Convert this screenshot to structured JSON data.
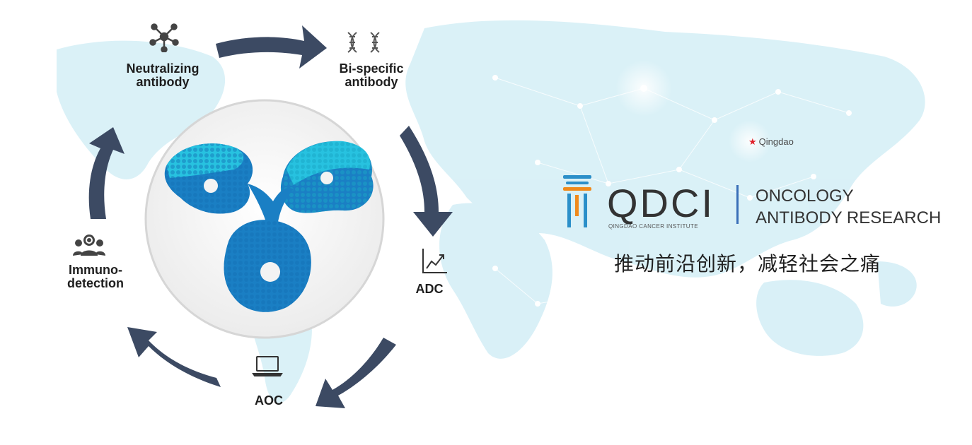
{
  "cycle": {
    "neutralizing": "Neutralizing\nantibody",
    "bispecific": "Bi-specific\nantibody",
    "adc": "ADC",
    "aoc": "AOC",
    "immuno": "Immuno-\ndetection"
  },
  "icons": [
    "molecule-icon",
    "dna-icon",
    "trend-chart-icon",
    "laptop-icon",
    "people-group-icon"
  ],
  "map": {
    "city": "Qingdao"
  },
  "logo": {
    "name": "QDCI",
    "subtitle": "QINGDAO CANCER INSTITUTE",
    "line1": "ONCOLOGY",
    "line2": "ANTIBODY RESEARCH"
  },
  "slogan": "推动前沿创新，减轻社会之痛",
  "colors": {
    "arrow": "#3c4a63",
    "protein": "#1a7fc4",
    "protein_light": "#27c2e0",
    "divider": "#3a6fb8"
  }
}
